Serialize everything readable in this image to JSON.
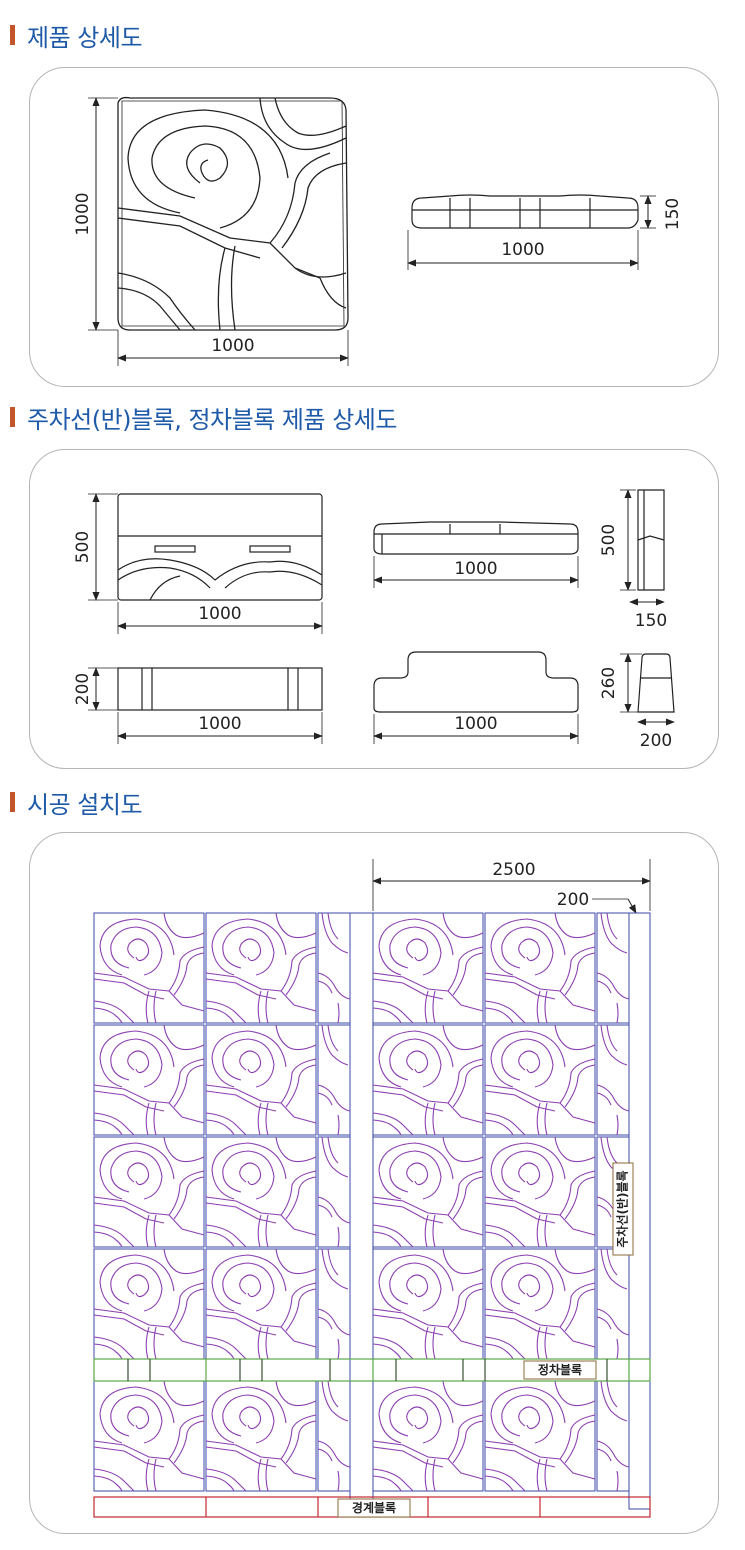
{
  "sections": [
    {
      "title": "제품 상세도"
    },
    {
      "title": "주차선(반)블록, 정차블록 제품 상세도"
    },
    {
      "title": "시공 설치도"
    }
  ],
  "detail1": {
    "height_dim": "1000",
    "width_dim": "1000",
    "side_height_dim": "150",
    "side_width_dim": "1000"
  },
  "detail2": {
    "half_block_height": "500",
    "half_block_width": "1000",
    "half_side_width": "1000",
    "half_edge_height": "500",
    "half_edge_thickness": "150",
    "stop_block_height": "200",
    "stop_block_width": "1000",
    "stop_side_width": "1000",
    "stop_edge_height": "260",
    "stop_edge_width": "200"
  },
  "install": {
    "top_dim": "2500",
    "lane_dim": "200",
    "label_parking_line": "주차선(반)블록",
    "label_stop_block": "정차블록",
    "label_border_block": "경계블록"
  },
  "colors": {
    "accent_bar": "#c2552a",
    "title_blue": "#1e5aa8",
    "block_purple": "#8c3fb0",
    "block_blue": "#3b4aa8",
    "stop_green": "#5aa84a",
    "border_red": "#c0282d"
  }
}
